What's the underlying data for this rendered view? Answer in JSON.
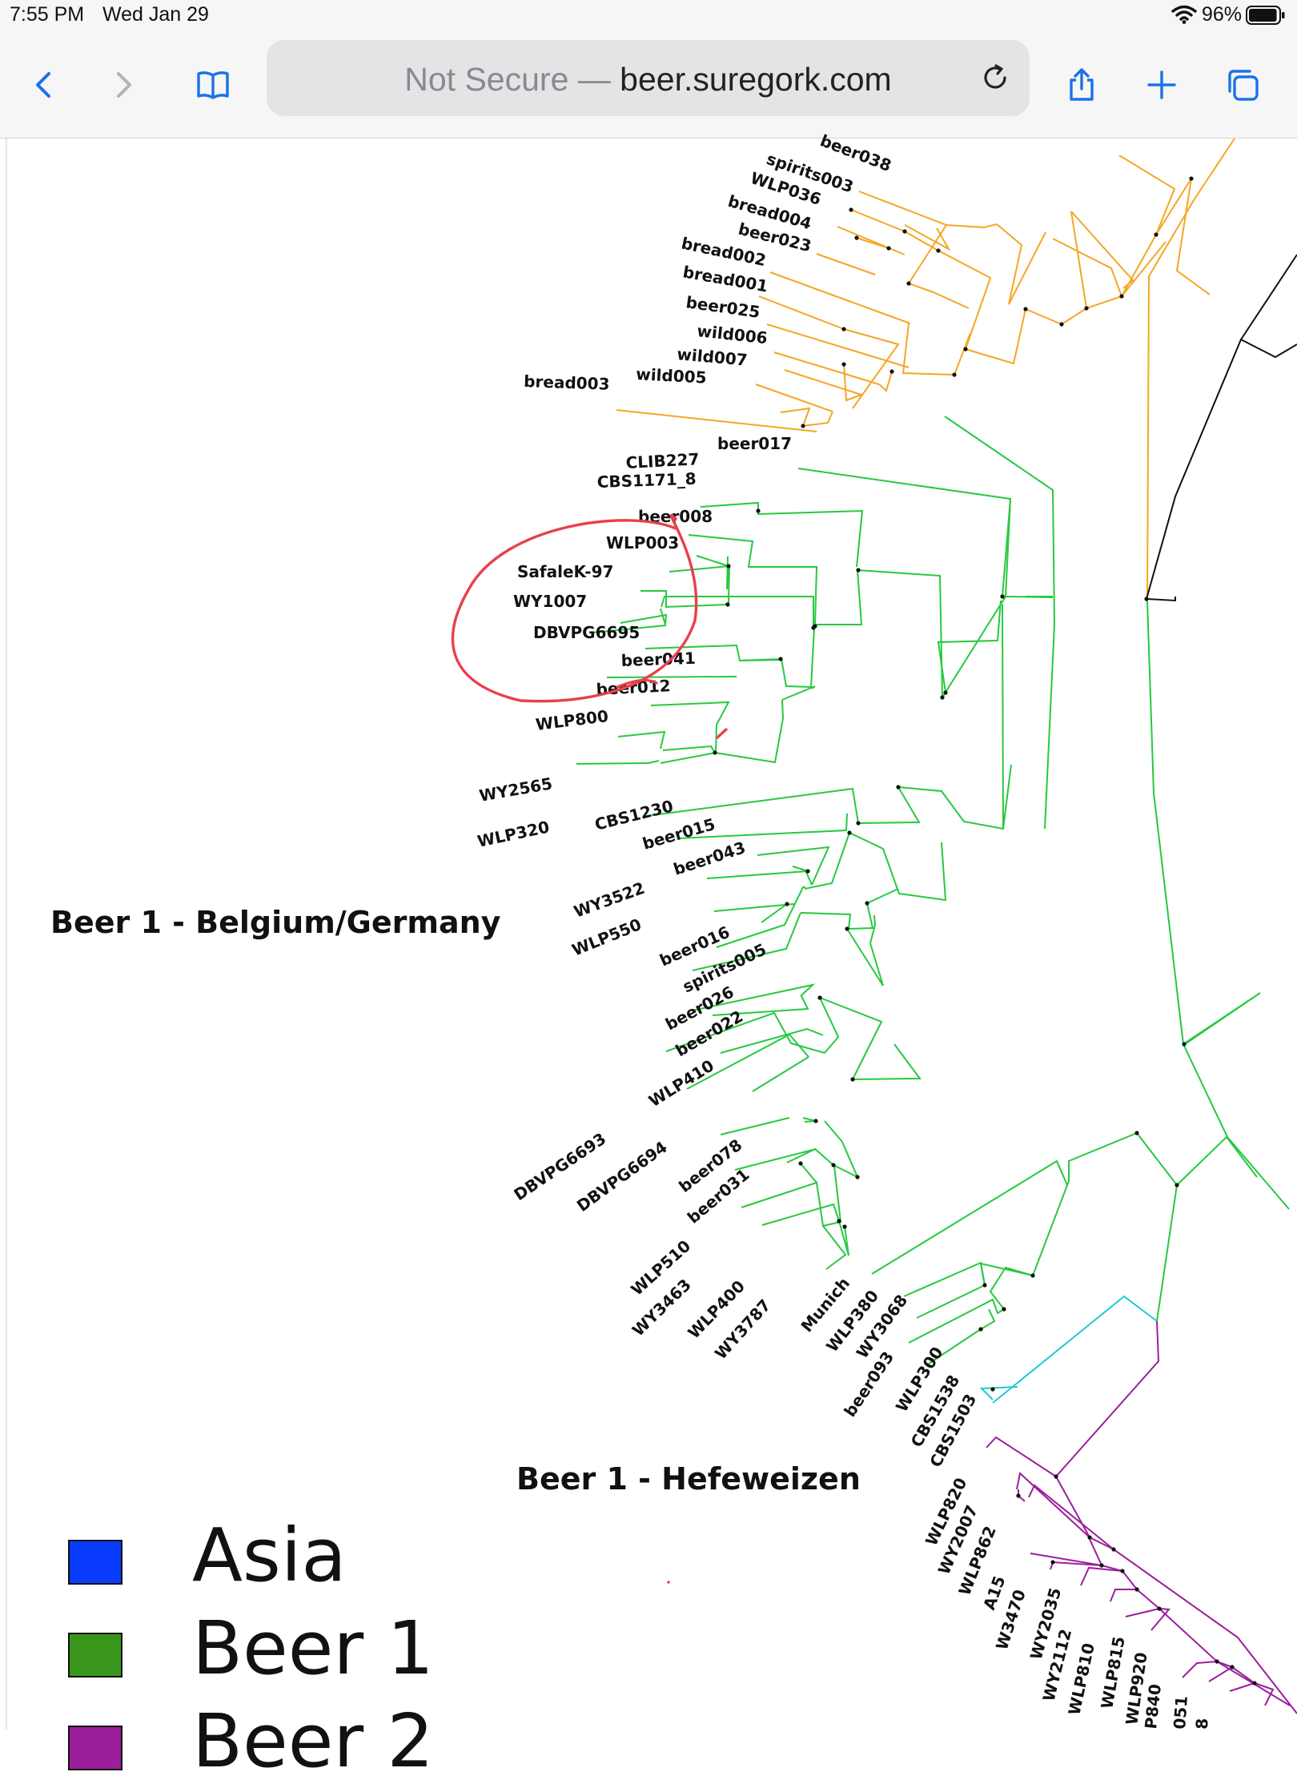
{
  "status_bar": {
    "time": "7:55 PM",
    "date": "Wed Jan 29",
    "battery_percent": "96%",
    "battery_level": 0.96,
    "wifi_icon": "wifi-icon",
    "battery_icon": "battery-icon"
  },
  "toolbar": {
    "back_icon": "chevron-left-icon",
    "forward_icon": "chevron-right-icon",
    "bookmarks_icon": "book-icon",
    "url_prefix": "Not Secure — ",
    "url_host": "beer.suregork.com",
    "reload_icon": "reload-icon",
    "share_icon": "share-icon",
    "new_tab_icon": "plus-icon",
    "tabs_icon": "tabs-icon",
    "accent_color": "#1a73e8"
  },
  "tree": {
    "colors": {
      "wine": "#f5a623",
      "beer1": "#27c93f",
      "mixed": "#1ec8d2",
      "beer2": "#9b1f9b",
      "root": "#111111",
      "annotation": "#e8404b"
    },
    "leaves_wine": [
      "beer038",
      "spirits003",
      "WLP036",
      "bread004",
      "beer023",
      "bread002",
      "bread001",
      "beer025",
      "wild006",
      "wild007",
      "wild005",
      "bread003"
    ],
    "leaves_beer1": [
      "beer017",
      "CLIB227",
      "CBS1171_8",
      "beer008",
      "WLP003",
      "SafaleK-97",
      "WY1007",
      "DBVPG6695",
      "beer041",
      "beer012",
      "WLP800",
      "WY2565",
      "WLP320",
      "CBS1230",
      "beer015",
      "beer043",
      "WY3522",
      "WLP550",
      "beer016",
      "spirits005",
      "beer026",
      "beer022",
      "WLP410",
      "DBVPG6693",
      "DBVPG6694",
      "beer078",
      "beer031",
      "WLP510",
      "WY3463",
      "WLP400",
      "WY3787",
      "Munich",
      "WLP380",
      "WY3068",
      "beer093",
      "WLP300"
    ],
    "leaves_mixed": [
      "CBS1538",
      "CBS1503"
    ],
    "leaves_beer2": [
      "WLP820",
      "WY2007",
      "WLP862",
      "A15",
      "W3470",
      "WY2035",
      "WY2112",
      "WLP810",
      "WLP815",
      "WLP920",
      "P840",
      "051",
      "8"
    ]
  },
  "labels": {
    "beer1_belgium": "Beer 1 - Belgium/Germany",
    "beer1_hefe": "Beer 1 - Hefeweizen"
  },
  "legend": [
    {
      "label": "Asia",
      "color": "#0a3cff"
    },
    {
      "label": "Beer 1",
      "color": "#3a961b"
    },
    {
      "label": "Beer 2",
      "color": "#9b1f9b"
    }
  ]
}
